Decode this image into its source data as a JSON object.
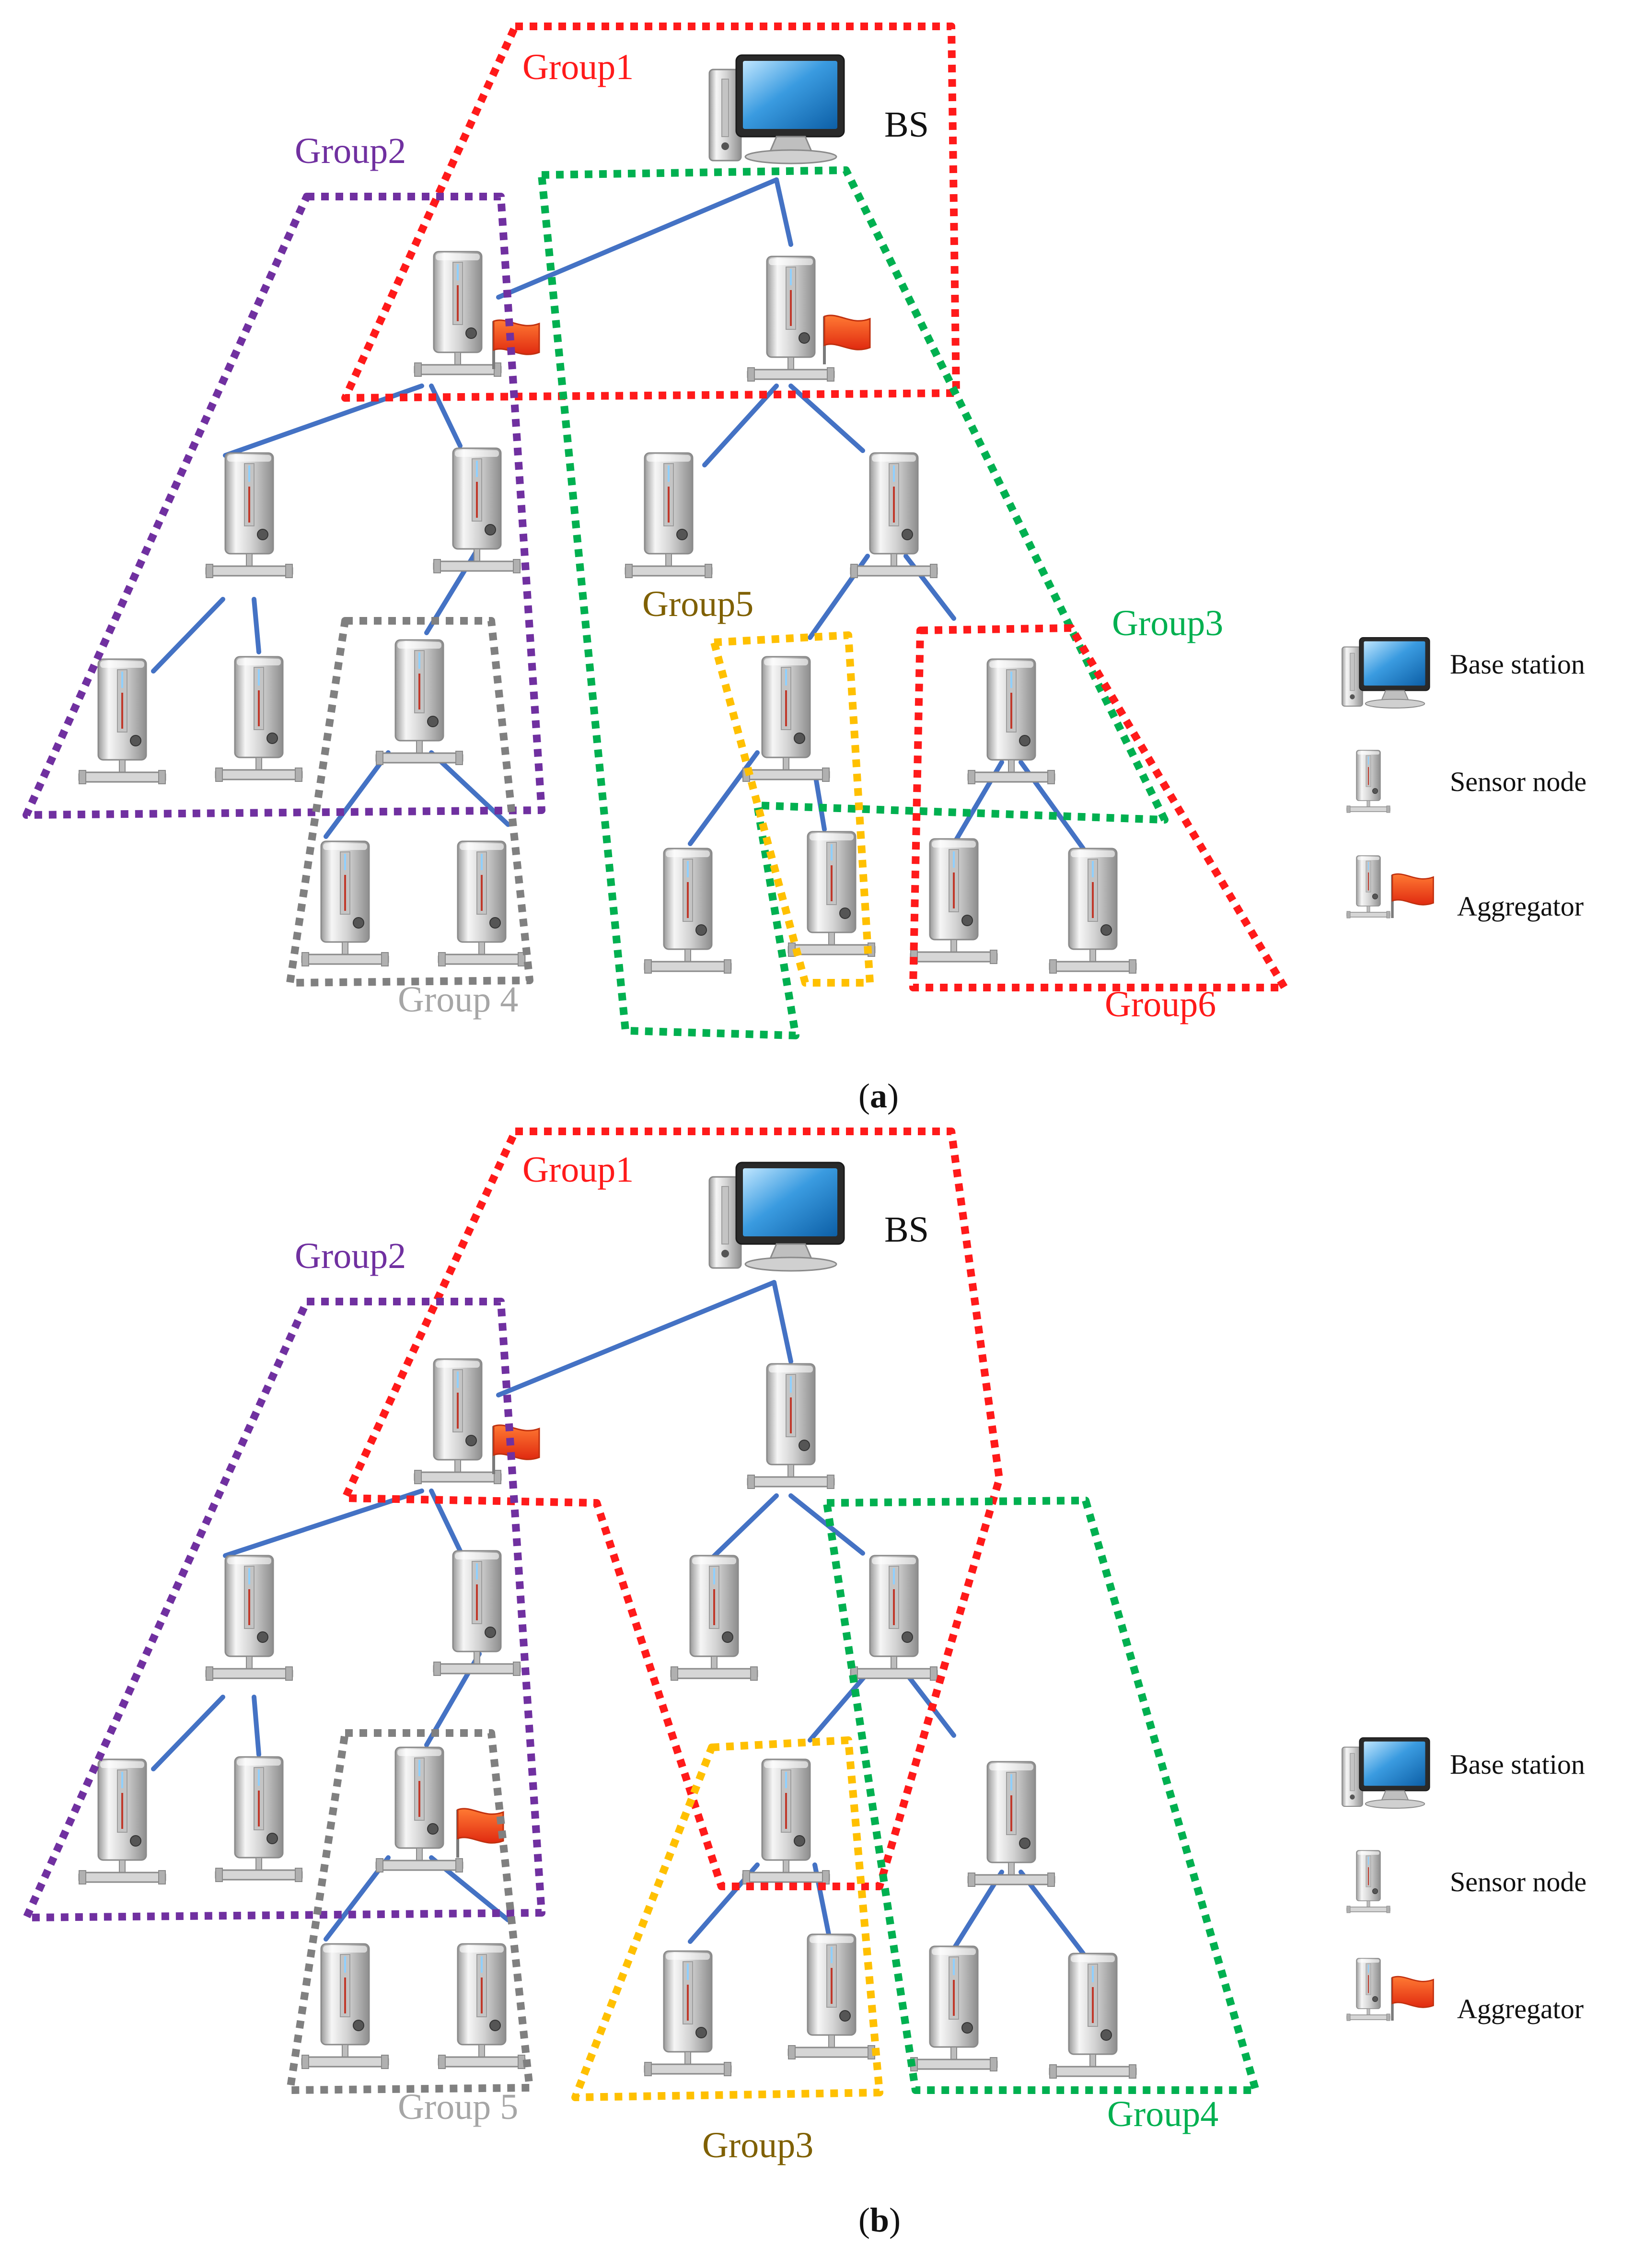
{
  "colors": {
    "red": "#ff1a1a",
    "purple": "#7030a0",
    "green": "#00b050",
    "gray": "#808080",
    "yellow": "#ffc000",
    "link": "#4472c4",
    "label_olive": "#7f6000",
    "label_gray": "#a6a6a6",
    "flag": "#ff4d1a",
    "monitor_screen": "#3a9be0"
  },
  "icons": {
    "base_station": "desktop-computer-icon",
    "sensor_node": "tower-server-icon",
    "aggregator": "tower-server-with-flag-icon"
  },
  "panel_a": {
    "bs_label": "BS",
    "groups": {
      "g1": "Group1",
      "g2": "Group2",
      "g3": "Group3",
      "g4": "Group 4",
      "g5": "Group5",
      "g6": "Group6"
    },
    "caption": {
      "open": "(",
      "letter": "a",
      "close": ")"
    }
  },
  "panel_b": {
    "bs_label": "BS",
    "groups": {
      "g1": "Group1",
      "g2": "Group2",
      "g3": "Group3",
      "g4": "Group4",
      "g5": "Group 5"
    },
    "caption": {
      "open": "(",
      "letter": "b",
      "close": ")"
    }
  },
  "legend": {
    "base_station": "Base station",
    "sensor_node": "Sensor node",
    "aggregator": "Aggregator"
  }
}
